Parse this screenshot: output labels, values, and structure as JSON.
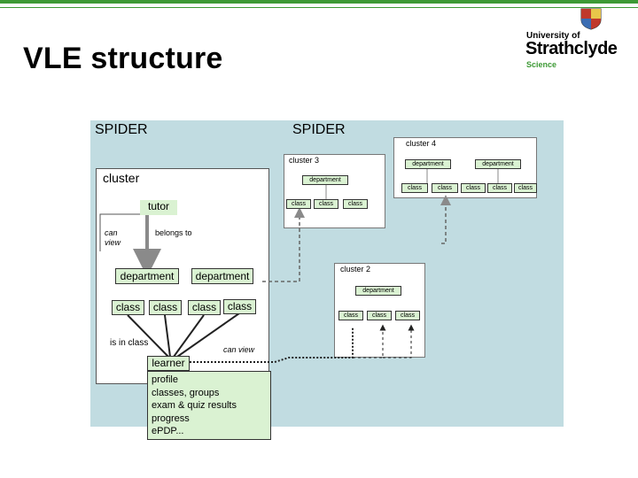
{
  "slide": {
    "title": "VLE structure"
  },
  "logo": {
    "line1": "University of",
    "line2": "Strathclyde",
    "line3": "Science"
  },
  "colors": {
    "accent_green": "#3d9a35",
    "spider_background": "#c1dce1",
    "node_green": "#daf2d2"
  },
  "diagram": {
    "spider_label_left": "SPIDER",
    "spider_label_right": "SPIDER",
    "cluster_main": {
      "label": "cluster",
      "tutor": "tutor",
      "can_view": "can view",
      "belongs_to": "belongs to",
      "departments": [
        "department",
        "department"
      ],
      "classes": [
        "class",
        "class",
        "class",
        "class"
      ],
      "is_in_class": "is in class"
    },
    "cluster2": {
      "label": "cluster 2",
      "department": "department",
      "classes": [
        "class",
        "class",
        "class"
      ]
    },
    "cluster3": {
      "label": "cluster 3",
      "department": "department",
      "classes": [
        "class",
        "class",
        "class"
      ]
    },
    "cluster4": {
      "label": "cluster 4",
      "departments": [
        "department",
        "department"
      ],
      "classes": [
        "class",
        "class",
        "class",
        "class",
        "class"
      ]
    },
    "learner": {
      "label": "learner",
      "can_view": "can view",
      "info_lines": [
        "profile",
        "classes, groups",
        "exam & quiz results",
        "progress",
        "ePDP..."
      ]
    }
  }
}
